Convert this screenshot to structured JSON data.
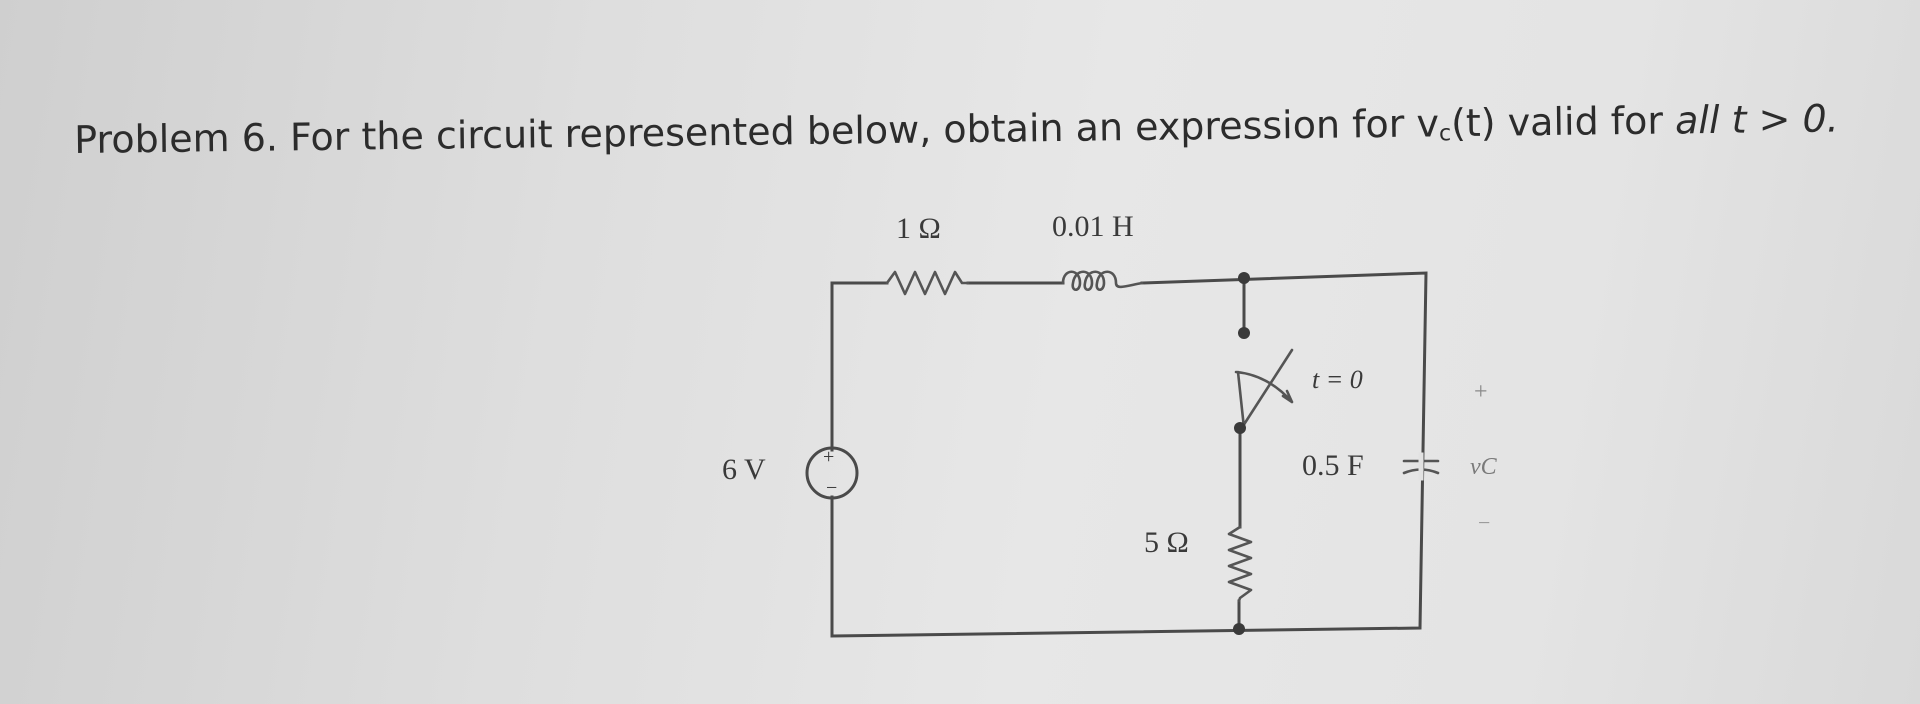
{
  "problem": {
    "prefix": "Problem 6. For the circuit represented below, obtain an expression for v",
    "subscript": "c",
    "middle": "(t) valid for ",
    "italic": "all",
    "suffix": " t > 0."
  },
  "circuit": {
    "resistor1_label": "1 Ω",
    "inductor_label": "0.01 H",
    "source_label": "6 V",
    "source_plus": "+",
    "source_minus": "−",
    "switch_label": "t = 0",
    "resistor2_label": "5 Ω",
    "capacitor_label": "0.5 F",
    "cap_plus": "+",
    "cap_voltage": "vC",
    "cap_minus": "−"
  }
}
